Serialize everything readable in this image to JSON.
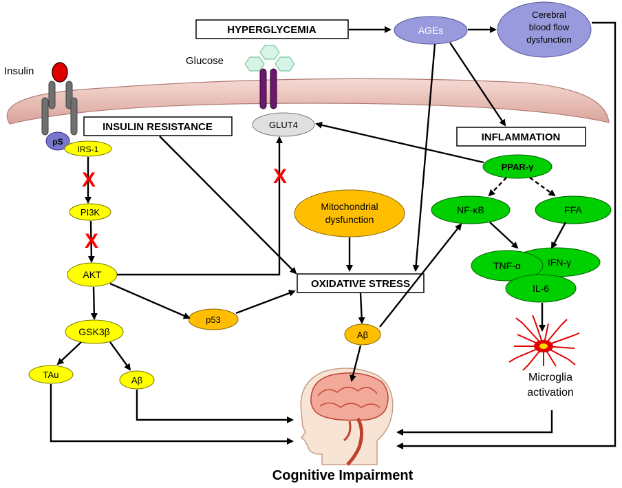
{
  "labels": {
    "insulin": "Insulin",
    "glucose": "Glucose",
    "ps": "pS",
    "irs1": "IRS-1",
    "pi3k": "PI3K",
    "akt": "AKT",
    "gsk3b": "GSK3β",
    "tau": "TAu",
    "abeta": "Aβ",
    "p53": "p53",
    "glut4": "GLUT4",
    "insulin_resistance": "INSULIN RESISTANCE",
    "hyperglycemia": "HYPERGLYCEMIA",
    "ages": "AGEs",
    "cerebral_line1": "Cerebral",
    "cerebral_line2": "blood flow",
    "cerebral_line3": "dysfunction",
    "inflammation": "INFLAMMATION",
    "ppar": "PPAR-γ",
    "nfkb": "NF-κB",
    "ffa": "FFA",
    "tnfa": "TNF-α",
    "ifng": "IFN-γ",
    "il6": "IL-6",
    "mito_line1": "Mitochondrial",
    "mito_line2": "dysfunction",
    "oxidative_stress": "OXIDATIVE STRESS",
    "abeta_center": "Aβ",
    "microglia_line1": "Microglia",
    "microglia_line2": "activation",
    "cognitive": "Cognitive Impairment",
    "block_mark": "X"
  },
  "colors": {
    "yellow": "#ffff00",
    "orange": "#ffbf00",
    "green": "#00d000",
    "lavender": "#9999dd",
    "membrane": "#eabcb4",
    "red_x": "#ff0000"
  }
}
